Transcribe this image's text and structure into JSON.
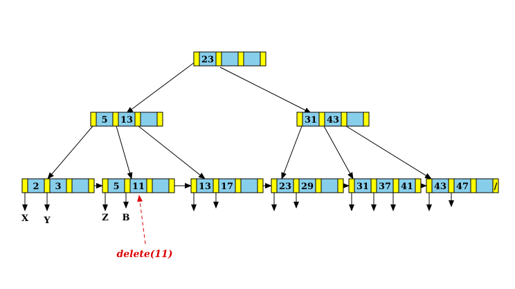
{
  "colors": {
    "pointer_slot": "#ffff00",
    "key_slot": "#87ceeb",
    "outline": "#000000",
    "annotation": "#dd0000"
  },
  "tree": {
    "root": {
      "keys": [
        "23",
        "",
        ""
      ]
    },
    "internal_left": {
      "keys": [
        "5",
        "13",
        ""
      ]
    },
    "internal_right": {
      "keys": [
        "31",
        "43",
        ""
      ]
    },
    "leaves": [
      {
        "keys": [
          "2",
          "3",
          ""
        ]
      },
      {
        "keys": [
          "5",
          "11",
          ""
        ]
      },
      {
        "keys": [
          "13",
          "17",
          ""
        ]
      },
      {
        "keys": [
          "23",
          "29",
          ""
        ]
      },
      {
        "keys": [
          "31",
          "37",
          "41"
        ]
      },
      {
        "keys": [
          "43",
          "47",
          ""
        ]
      }
    ],
    "last_leaf_next": "/"
  },
  "pointer_labels": [
    "X",
    "Y",
    "Z",
    "B"
  ],
  "annotation": {
    "text": "delete(11)"
  }
}
